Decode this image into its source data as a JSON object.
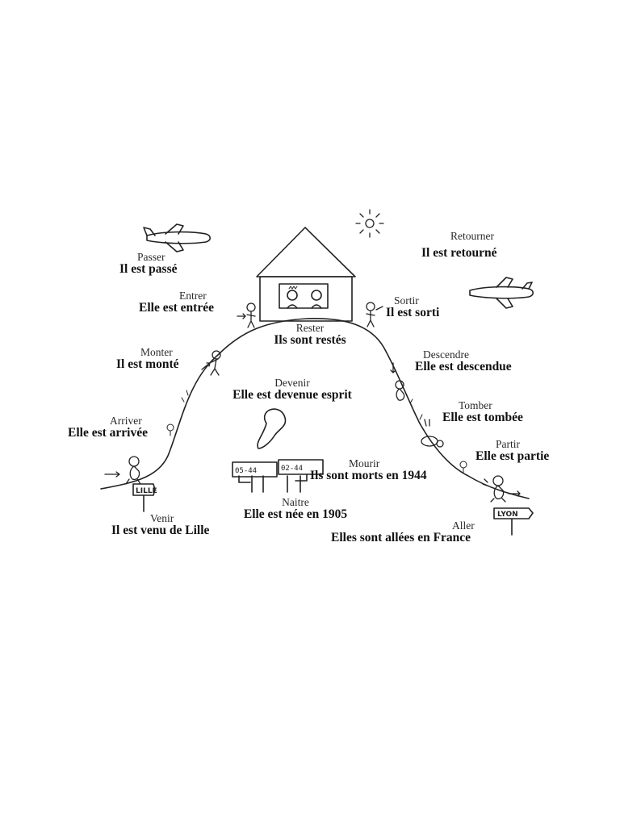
{
  "verbs": [
    {
      "id": "passer",
      "infinitive": "Passer",
      "sentence": "Il est passé"
    },
    {
      "id": "entrer",
      "infinitive": "Entrer",
      "sentence": "Elle est entrée"
    },
    {
      "id": "monter",
      "infinitive": "Monter",
      "sentence": "Il est monté"
    },
    {
      "id": "arriver",
      "infinitive": "Arriver",
      "sentence": "Elle est arrivée"
    },
    {
      "id": "venir",
      "infinitive": "Venir",
      "sentence": "Il est venu de Lille"
    },
    {
      "id": "rester",
      "infinitive": "Rester",
      "sentence": "Ils sont restés"
    },
    {
      "id": "devenir",
      "infinitive": "Devenir",
      "sentence": "Elle est devenue esprit"
    },
    {
      "id": "naitre",
      "infinitive": "Naitre",
      "sentence": "Elle est née en 1905"
    },
    {
      "id": "mourir",
      "infinitive": "Mourir",
      "sentence": "Ils sont morts en 1944"
    },
    {
      "id": "retourner",
      "infinitive": "Retourner",
      "sentence": "Il est retourné"
    },
    {
      "id": "sortir",
      "infinitive": "Sortir",
      "sentence": "Il est sorti"
    },
    {
      "id": "descendre",
      "infinitive": "Descendre",
      "sentence": "Elle est descendue"
    },
    {
      "id": "tomber",
      "infinitive": "Tomber",
      "sentence": "Elle est tombée"
    },
    {
      "id": "partir",
      "infinitive": "Partir",
      "sentence": "Elle est partie"
    },
    {
      "id": "aller",
      "infinitive": "Aller",
      "sentence": "Elles sont allées en France"
    }
  ],
  "signs": {
    "left": "LILLE",
    "right": "LYON"
  },
  "graves": {
    "left": "05-44",
    "right": "02-44"
  },
  "icons": [
    "airplane-icon",
    "sun-icon",
    "house-icon",
    "ghost-icon",
    "gravestone-icon",
    "signpost-icon",
    "stick-figure-icon",
    "flower-icon"
  ]
}
